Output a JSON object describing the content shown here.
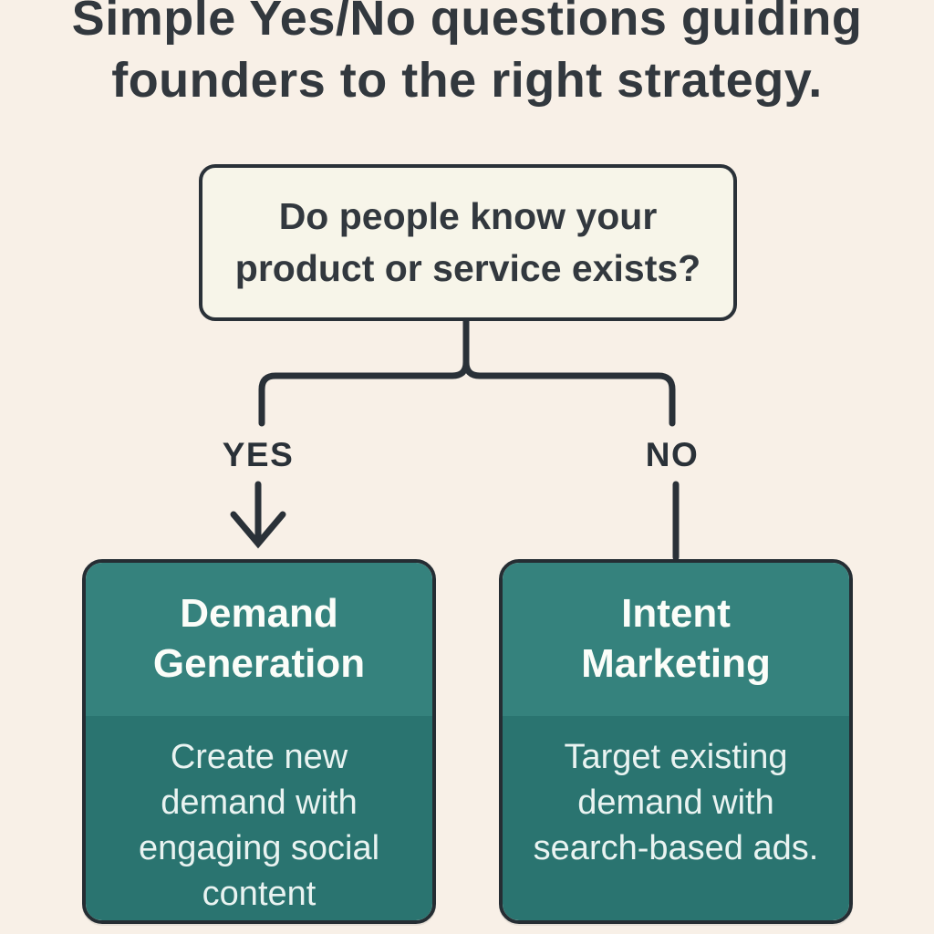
{
  "title": "Simple Yes/No questions guiding\nfounders to the right strategy.",
  "question": {
    "text": "Do people know your\nproduct or service exists?"
  },
  "branches": {
    "yes_label": "YES",
    "no_label": "NO"
  },
  "outcomes": {
    "yes": {
      "heading": "Demand\nGeneration",
      "description": "Create new\ndemand with\nengaging social\ncontent"
    },
    "no": {
      "heading": "Intent\nMarketing",
      "description": "Target existing\ndemand with\nsearch-based ads."
    }
  },
  "colors": {
    "background": "#f8f0e7",
    "question_fill": "#f7f5e9",
    "line_color": "#2a3138",
    "box_border": "#252d33",
    "teal_header": "#35827d",
    "teal_body": "#2a7470",
    "text_dark": "#32383e",
    "text_light": "#fbfdf9",
    "text_light_soft": "#e9f3f1"
  }
}
